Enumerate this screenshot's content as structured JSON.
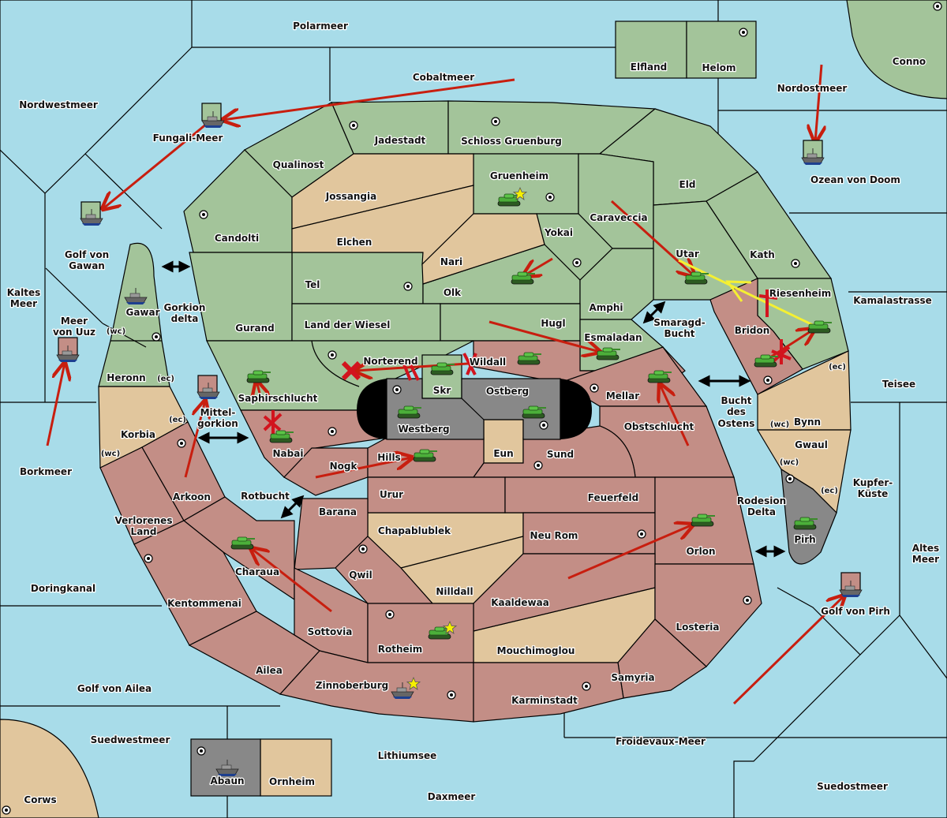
{
  "title": "Diplomacy-style game map",
  "colors": {
    "sea": "#a8dce9",
    "green_power": "#a3c49a",
    "neutral": "#e1c69d",
    "red_power": "#c38e86",
    "grey_power": "#888888",
    "order_arrow": "#c81e0f",
    "support_line": "#f5f532",
    "unit_tank": "#3a9a2a",
    "star": "#f5f000"
  },
  "icons": {
    "army": "tank-icon",
    "fleet": "ship-icon",
    "supply_center": "supply-center-icon",
    "home_star": "star-icon",
    "dislodged_cross": "x-icon",
    "convoy_link": "double-arrow-icon"
  },
  "seas": [
    {
      "name": "Polarmeer"
    },
    {
      "name": "Cobaltmeer"
    },
    {
      "name": "Nordwestmeer"
    },
    {
      "name": "Fungali-Meer"
    },
    {
      "name": "Nordostmeer"
    },
    {
      "name": "Ozean von Doom"
    },
    {
      "name": "Golf von Gawan"
    },
    {
      "name": "Kaltes Meer"
    },
    {
      "name": "Meer von Uuz"
    },
    {
      "name": "Gorkion delta"
    },
    {
      "name": "Borkmeer"
    },
    {
      "name": "Mittel-gorkion"
    },
    {
      "name": "Rotbucht"
    },
    {
      "name": "Kamalastrasse"
    },
    {
      "name": "Smaragd-Bucht"
    },
    {
      "name": "Teisee"
    },
    {
      "name": "Bucht des Ostens"
    },
    {
      "name": "Kupfer-Küste"
    },
    {
      "name": "Rodesion Delta"
    },
    {
      "name": "Altes Meer"
    },
    {
      "name": "Golf von Pirh"
    },
    {
      "name": "Doringkanal"
    },
    {
      "name": "Golf von Ailea"
    },
    {
      "name": "Suedwestmeer"
    },
    {
      "name": "Lithiumsee"
    },
    {
      "name": "Daxmeer"
    },
    {
      "name": "Froidevaux-Meer"
    },
    {
      "name": "Suedostmeer"
    }
  ],
  "labels": {
    "polarmeer": "Polarmeer",
    "cobaltmeer": "Cobaltmeer",
    "nordwestmeer": "Nordwestmeer",
    "fungali": "Fungali-Meer",
    "nordostmeer": "Nordostmeer",
    "ozean": "Ozean von Doom",
    "gawan1": "Golf von",
    "gawan2": "Gawan",
    "kaltes1": "Kaltes",
    "kaltes2": "Meer",
    "uuz1": "Meer",
    "uuz2": "von Uuz",
    "gorkion1": "Gorkion",
    "gorkion2": "delta",
    "borkmeer": "Borkmeer",
    "mittel1": "Mittel-",
    "mittel2": "gorkion",
    "rotbucht": "Rotbucht",
    "kamala": "Kamalastrasse",
    "smaragd1": "Smaragd-",
    "smaragd2": "Bucht",
    "teisee": "Teisee",
    "bucht1": "Bucht",
    "bucht2": "des",
    "bucht3": "Ostens",
    "kupfer1": "Kupfer-",
    "kupfer2": "Küste",
    "rodesion1": "Rodesion",
    "rodesion2": "Delta",
    "altes1": "Altes",
    "altes2": "Meer",
    "pirhgolf": "Golf von Pirh",
    "doring": "Doringkanal",
    "ailea_golf": "Golf von Ailea",
    "suedwest": "Suedwestmeer",
    "lithium": "Lithiumsee",
    "dax": "Daxmeer",
    "froide": "Froidevaux-Meer",
    "suedost": "Suedostmeer",
    "elfland": "Elfland",
    "helom": "Helom",
    "conno": "Conno",
    "jadestadt": "Jadestadt",
    "schloss": "Schloss Gruenburg",
    "qualinost": "Qualinost",
    "jossangia": "Jossangia",
    "gruenheim": "Gruenheim",
    "eld": "Eld",
    "candolti": "Candolti",
    "elchen": "Elchen",
    "caraveccia": "Caraveccia",
    "yokai": "Yokai",
    "nari": "Nari",
    "utar": "Utar",
    "kath": "Kath",
    "tel": "Tel",
    "olk": "Olk",
    "amphi": "Amphi",
    "riesenheim": "Riesenheim",
    "gawar": "Gawar",
    "gurand": "Gurand",
    "wiesel": "Land der Wiesel",
    "hugl": "Hugl",
    "bridon": "Bridon",
    "esmaladan": "Esmaladan",
    "norterend": "Norterend",
    "wildall": "Wildall",
    "heronn": "Heronn",
    "skr": "Skr",
    "ostberg": "Ostberg",
    "mellar": "Mellar",
    "saphir": "Saphirschlucht",
    "westberg": "Westberg",
    "obst": "Obstschlucht",
    "korbia": "Korbia",
    "nabai": "Nabai",
    "bynn": "Bynn",
    "eun": "Eun",
    "sund": "Sund",
    "gwaul": "Gwaul",
    "nogk": "Nogk",
    "hills": "Hills",
    "arkoon": "Arkoon",
    "urur": "Urur",
    "feuerfeld": "Feuerfeld",
    "barana": "Barana",
    "verl1": "Verlorenes",
    "verl2": "Land",
    "chapa": "Chapablublek",
    "neurom": "Neu Rom",
    "pirh": "Pirh",
    "orlon": "Orlon",
    "qwil": "Qwil",
    "charaua": "Charaua",
    "nilldall": "Nilldall",
    "kaaldewaa": "Kaaldewaa",
    "kentom": "Kentommenai",
    "losteria": "Losteria",
    "sottovia": "Sottovia",
    "rotheim": "Rotheim",
    "mouchi": "Mouchimoglou",
    "ailea": "Ailea",
    "samyria": "Samyria",
    "zinnober": "Zinnoberburg",
    "karmin": "Karminstadt",
    "abaun": "Abaun",
    "ornheim": "Ornheim",
    "corws": "Corws",
    "wc": "(wc)",
    "ec": "(ec)"
  },
  "units": [
    {
      "type": "fleet",
      "owner": "green",
      "location": "Fungali-Meer"
    },
    {
      "type": "fleet",
      "owner": "green",
      "location": "Golf von Gawan"
    },
    {
      "type": "fleet",
      "owner": "green",
      "location": "Ozean von Doom"
    },
    {
      "type": "fleet",
      "owner": "green",
      "location": "Gawar"
    },
    {
      "type": "fleet",
      "owner": "red",
      "location": "Meer von Uuz"
    },
    {
      "type": "fleet",
      "owner": "red",
      "location": "Mittel-gorkion"
    },
    {
      "type": "fleet",
      "owner": "red",
      "location": "Golf von Pirh"
    },
    {
      "type": "fleet",
      "owner": "red",
      "location": "Zinnoberburg"
    },
    {
      "type": "fleet",
      "owner": "grey",
      "location": "Abaun"
    },
    {
      "type": "army",
      "location": "Gruenheim"
    },
    {
      "type": "army",
      "location": "Olk"
    },
    {
      "type": "army",
      "location": "Utar"
    },
    {
      "type": "army",
      "location": "Riesenheim"
    },
    {
      "type": "army",
      "location": "Bridon"
    },
    {
      "type": "army",
      "location": "Esmaladan"
    },
    {
      "type": "army",
      "location": "Wildall"
    },
    {
      "type": "army",
      "location": "Skr"
    },
    {
      "type": "army",
      "location": "Saphirschlucht"
    },
    {
      "type": "army",
      "location": "Nabai"
    },
    {
      "type": "army",
      "location": "Westberg"
    },
    {
      "type": "army",
      "location": "Ostberg"
    },
    {
      "type": "army",
      "location": "Mellar"
    },
    {
      "type": "army",
      "location": "Hills"
    },
    {
      "type": "army",
      "location": "Orlon"
    },
    {
      "type": "army",
      "location": "Pirh"
    },
    {
      "type": "army",
      "location": "Charaua"
    },
    {
      "type": "army",
      "location": "Rotheim"
    }
  ]
}
